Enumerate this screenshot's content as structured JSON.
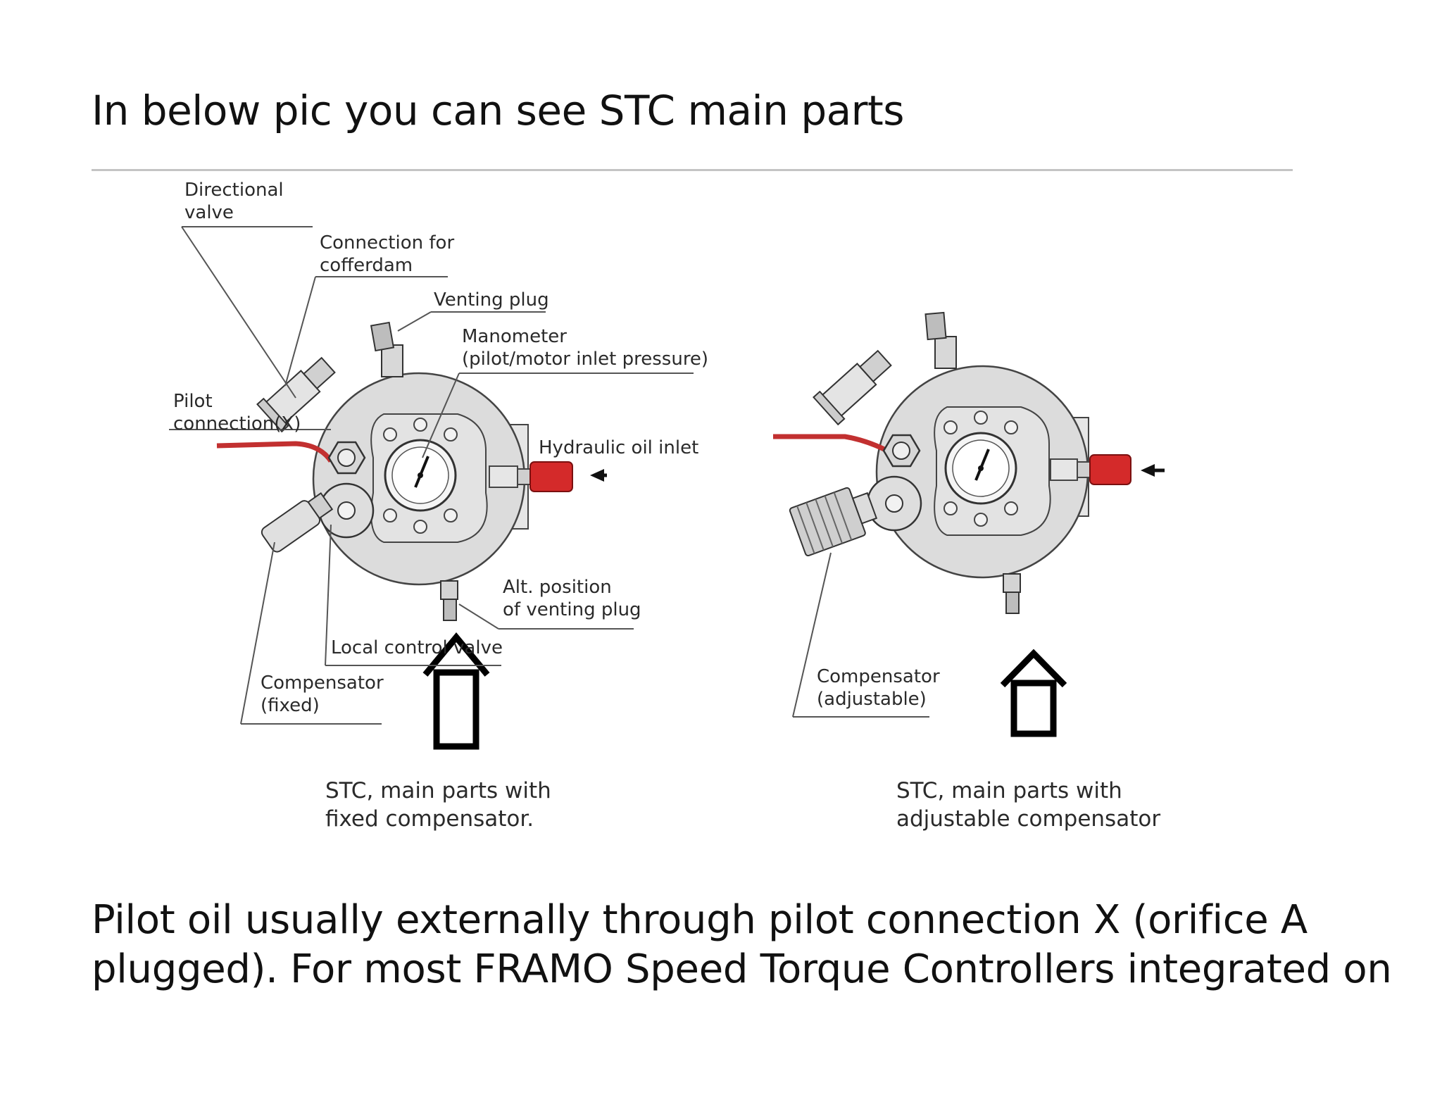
{
  "slide": {
    "heading": "In below pic you can see STC main parts",
    "body_lines": [
      "Pilot oil usually externally through pilot connection X (orifice A",
      "plugged). For most FRAMO Speed Torque Controllers integrated on"
    ]
  },
  "diagram": {
    "left": {
      "labels": {
        "directional_valve": [
          "Directional",
          "valve"
        ],
        "connection_cofferdam": [
          "Connection for",
          "cofferdam"
        ],
        "venting_plug": "Venting plug",
        "manometer": [
          "Manometer",
          "(pilot/motor inlet pressure)"
        ],
        "pilot_connection": [
          "Pilot",
          "connection(X)"
        ],
        "hydraulic_oil_inlet": "Hydraulic oil inlet",
        "alt_position": [
          "Alt. position",
          "of venting plug"
        ],
        "local_control_valve": "Local control valve",
        "compensator": [
          "Compensator",
          "(fixed)"
        ]
      },
      "caption": [
        "STC, main parts with",
        "fixed compensator."
      ]
    },
    "right": {
      "labels": {
        "compensator": [
          "Compensator",
          "(adjustable)"
        ]
      },
      "caption": [
        "STC, main parts with",
        "adjustable compensator"
      ]
    },
    "colors": {
      "oil_red": "#d42a2a",
      "body_gray": "#d9d9d9",
      "line": "#333333"
    }
  }
}
